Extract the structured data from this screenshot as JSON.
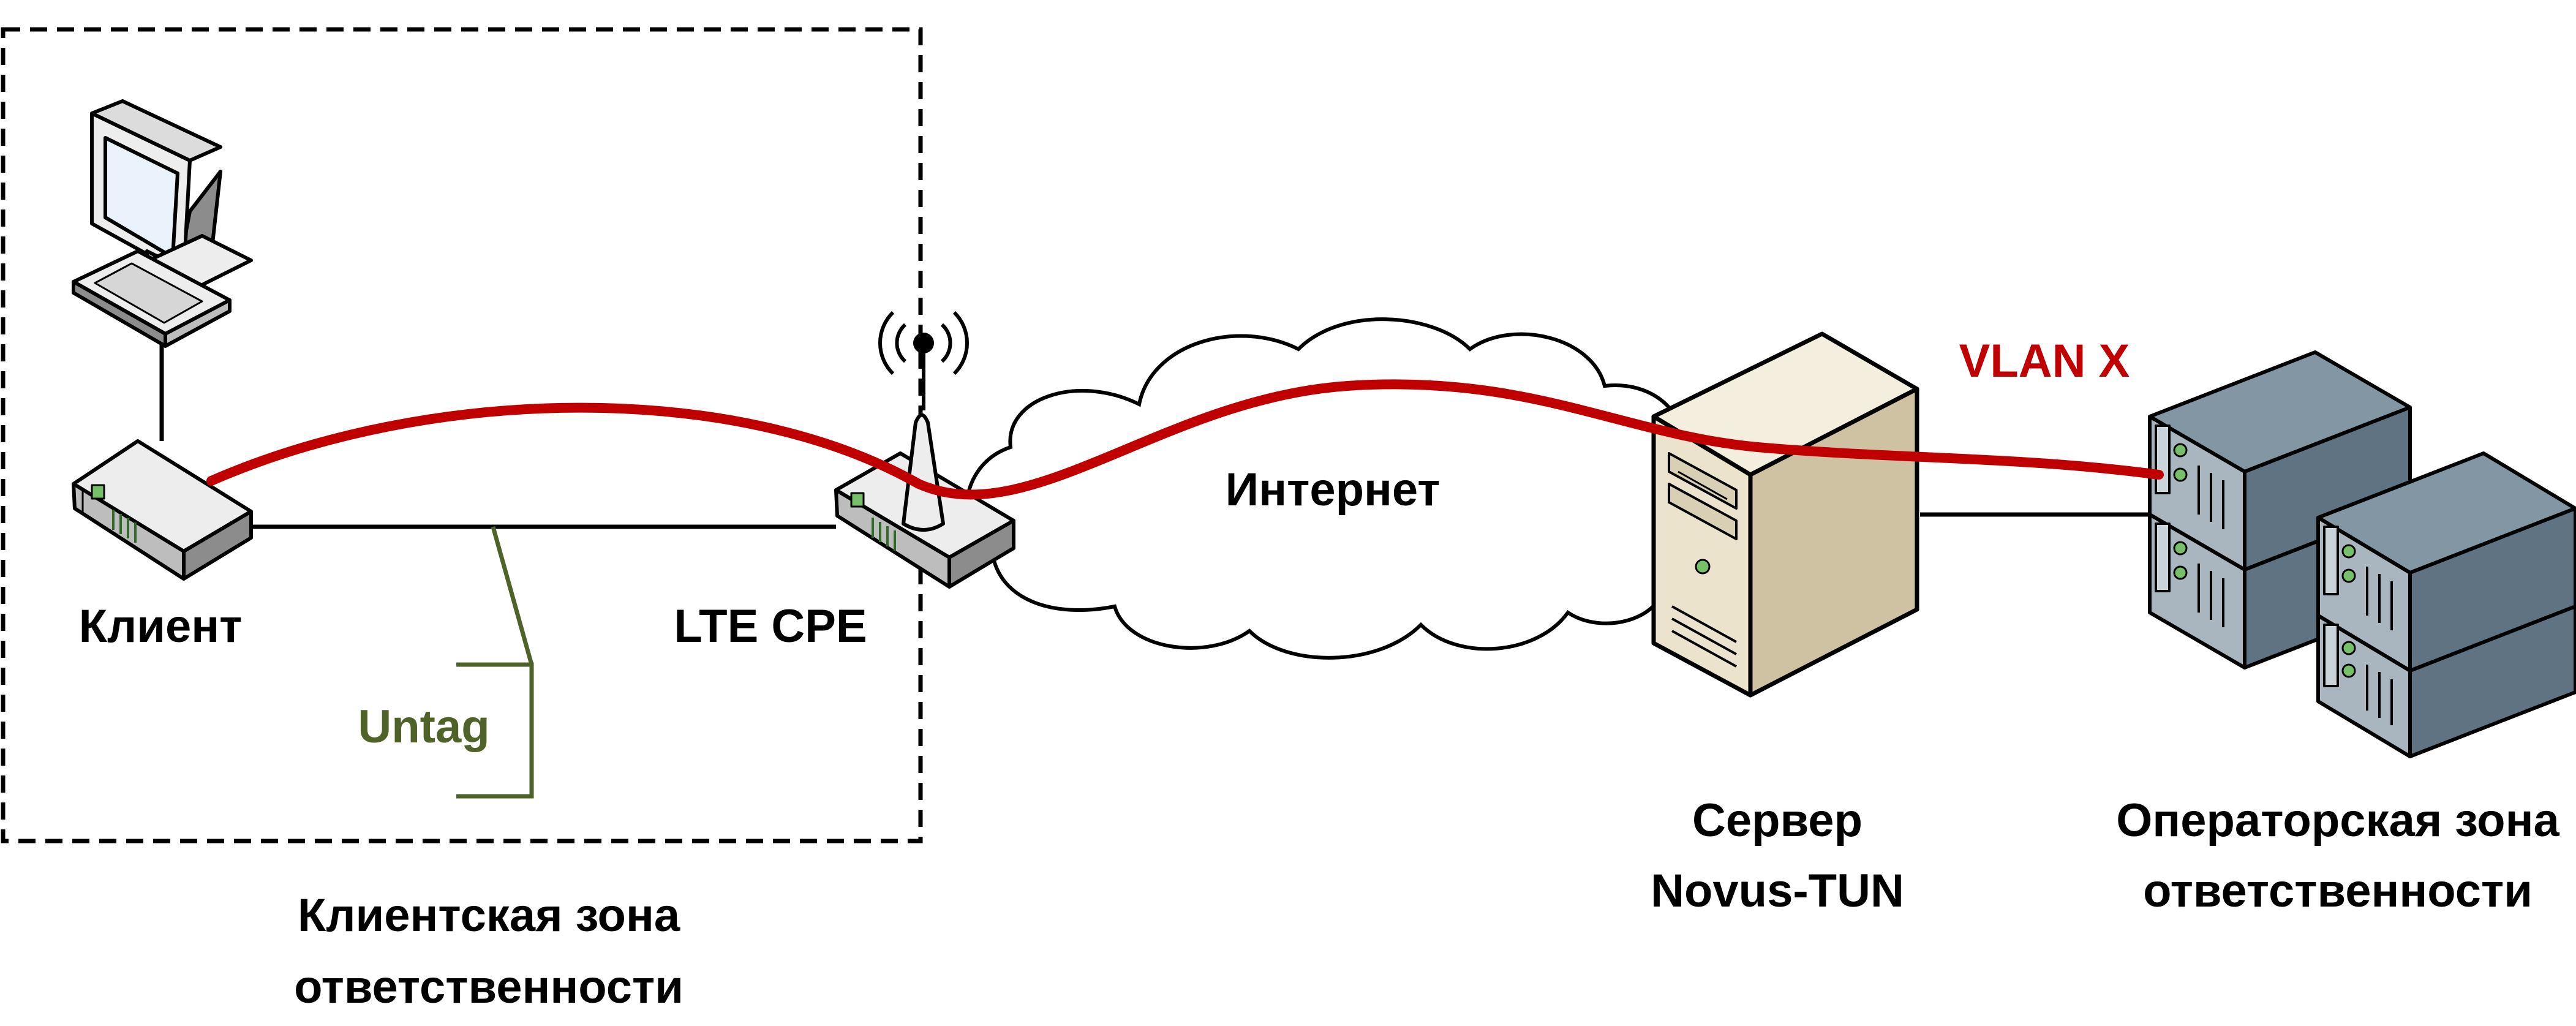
{
  "zones": {
    "client_zone": {
      "line1": "Клиентская зона",
      "line2": "ответственности"
    },
    "operator_zone": {
      "line1": "Операторская зона",
      "line2": "ответственности"
    }
  },
  "nodes": {
    "client": {
      "label": "Клиент"
    },
    "lte_cpe": {
      "label": "LTE CPE"
    },
    "internet": {
      "label": "Интернет"
    },
    "server": {
      "line1": "Сервер",
      "line2": "Novus-TUN"
    }
  },
  "links": {
    "untag": {
      "label": "Untag",
      "color": "#4f6228"
    },
    "vlan": {
      "label": "VLAN X",
      "color": "#c00000"
    }
  },
  "colors": {
    "line": "#000000",
    "text": "#000000",
    "device_light": "#ededed",
    "device_gray": "#8c8c8c",
    "server_body": "#ece3cd",
    "server_side": "#cfc2a3",
    "rack_front": "#a9b6bf",
    "rack_top": "#8396a3",
    "rack_side": "#5f7382",
    "port_green": "#77c06a"
  }
}
